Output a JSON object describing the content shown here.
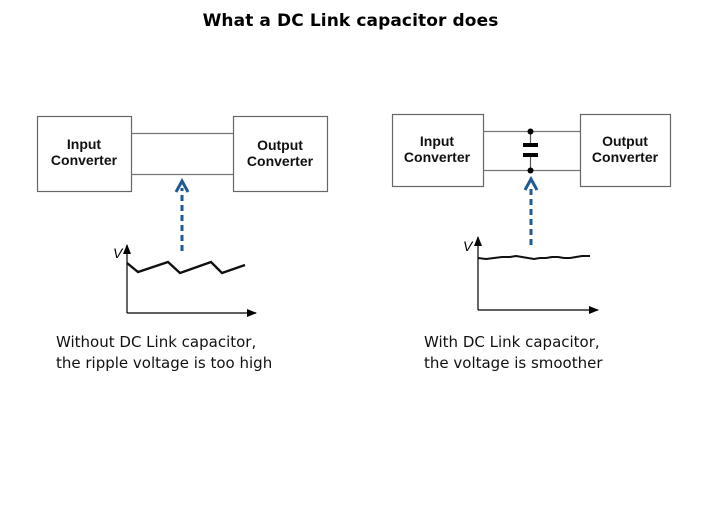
{
  "title": "What a DC Link capacitor does",
  "colors": {
    "arrow": "#1f5a96",
    "box_stroke": "#666666",
    "wire": "#777777",
    "signal": "#111111"
  },
  "left_diagram": {
    "input_box": {
      "line1": "Input",
      "line2": "Converter"
    },
    "output_box": {
      "line1": "Output",
      "line2": "Converter"
    },
    "has_capacitor": false,
    "graph": {
      "axis_label": "V",
      "waveform": "sawtooth-ripple",
      "description": "high ripple voltage"
    },
    "caption": {
      "line1": "Without DC Link capacitor,",
      "line2": "the ripple voltage is too high"
    }
  },
  "right_diagram": {
    "input_box": {
      "line1": "Input",
      "line2": "Converter"
    },
    "output_box": {
      "line1": "Output",
      "line2": "Converter"
    },
    "has_capacitor": true,
    "graph": {
      "axis_label": "V",
      "waveform": "smooth",
      "description": "smoothed voltage"
    },
    "caption": {
      "line1": "With DC Link capacitor,",
      "line2": "the voltage is smoother"
    }
  }
}
